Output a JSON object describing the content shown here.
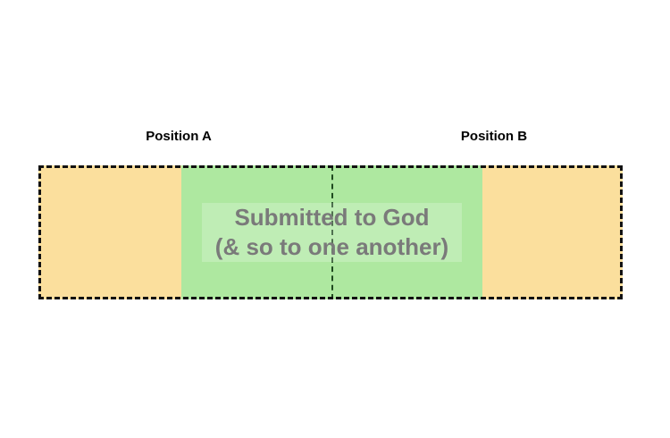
{
  "labels": {
    "position_a": "Position A",
    "position_b": "Position B"
  },
  "overlap_caption": {
    "line1": "Submitted to God",
    "line2": "(& so to one another)"
  },
  "colors": {
    "side_zone": "#fbdf9d",
    "overlap_zone": "#aee8a0",
    "outline": "#111111",
    "divider": "#1f4a1f",
    "caption_text": "#7a7a7a"
  }
}
